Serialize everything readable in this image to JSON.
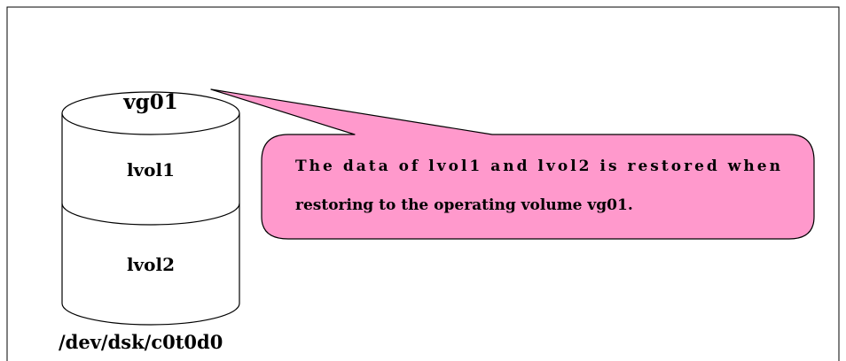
{
  "diagram": {
    "volume_group_label": "vg01",
    "logical_volumes": [
      "lvol1",
      "lvol2"
    ],
    "device_path": "/dev/dsk/c0t0d0",
    "callout": {
      "line1": "The data of lvol1 and lvol2 is restored when",
      "line2": "restoring to the operating volume vg01."
    }
  },
  "colors": {
    "callout_fill": "#FF99CC",
    "outline": "#000000",
    "background": "#FFFFFF"
  }
}
